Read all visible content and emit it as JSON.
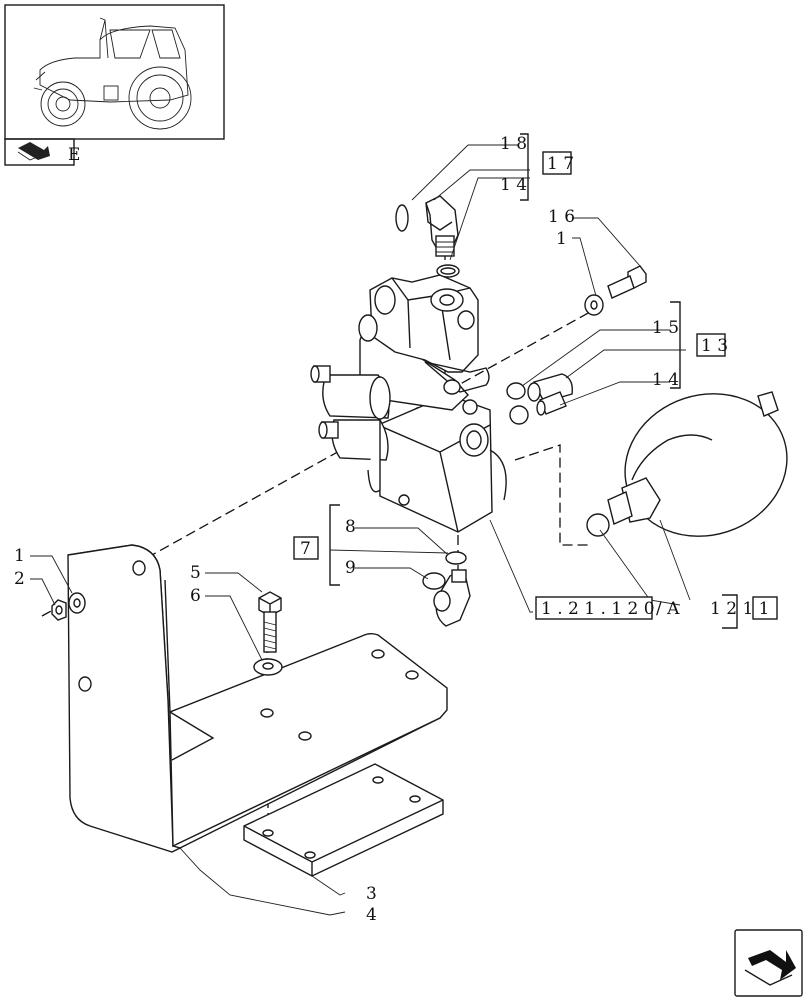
{
  "callouts": {
    "c1_left": "1",
    "c2_left": "2",
    "c1_top": "1",
    "c3": "3",
    "c4": "4",
    "c5": "5",
    "c6": "6",
    "c8": "8",
    "c9": "9",
    "c14_top": "1 4",
    "c14_mid": "1 4",
    "c15": "1 5",
    "c16": "1 6",
    "c18": "1 8"
  },
  "boxed_refs": {
    "ref7": "7",
    "ref13": "1 3",
    "ref17": "1 7",
    "ref_section": "1 . 2 1 . 1 2 0",
    "ref_a": "/ A",
    "ref_section_num": "1 2 1 1"
  },
  "thumbnail": {
    "label": "E"
  }
}
